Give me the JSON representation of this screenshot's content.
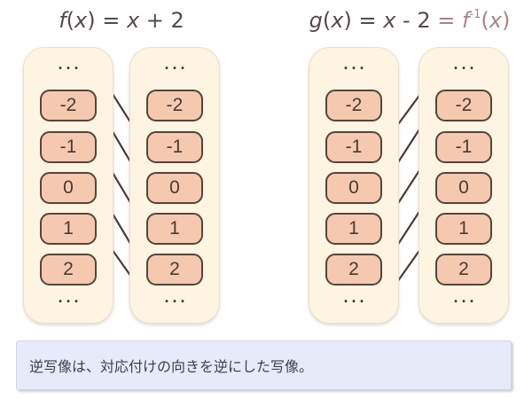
{
  "caption": {
    "text": "逆写像は、対応付けの向きを逆にした写像。"
  },
  "columns": {
    "values": [
      "...",
      "-2",
      "-1",
      "0",
      "1",
      "2",
      "..."
    ]
  },
  "diagrams": [
    {
      "id": "f",
      "title_plain": "f(x) = x + 2",
      "title_segments": [
        {
          "text": "f",
          "style": "italic"
        },
        {
          "text": "(",
          "style": "normal"
        },
        {
          "text": "x",
          "style": "italic"
        },
        {
          "text": ") = ",
          "style": "normal"
        },
        {
          "text": "x",
          "style": "italic"
        },
        {
          "text": " + 2",
          "style": "normal"
        }
      ],
      "arrows": [
        [
          0,
          2
        ],
        [
          1,
          3
        ],
        [
          2,
          4
        ],
        [
          3,
          5
        ],
        [
          4,
          6
        ]
      ]
    },
    {
      "id": "g",
      "title_plain": "g(x) = x - 2 = f⁻¹(x)",
      "title_segments": [
        {
          "text": "g",
          "style": "italic"
        },
        {
          "text": "(",
          "style": "normal"
        },
        {
          "text": "x",
          "style": "italic"
        },
        {
          "text": ") = ",
          "style": "normal"
        },
        {
          "text": "x",
          "style": "italic"
        },
        {
          "text": " - 2",
          "style": "normal"
        },
        {
          "text": " = ",
          "style": "normal",
          "color": "rose"
        },
        {
          "text": "f",
          "style": "italic",
          "color": "rose"
        },
        {
          "text": "-1",
          "style": "sup",
          "color": "rose"
        },
        {
          "text": "(",
          "style": "normal",
          "color": "rose"
        },
        {
          "text": "x",
          "style": "italic",
          "color": "rose"
        },
        {
          "text": ")",
          "style": "normal",
          "color": "rose"
        }
      ],
      "arrows": [
        [
          2,
          0
        ],
        [
          3,
          1
        ],
        [
          4,
          2
        ],
        [
          5,
          3
        ],
        [
          6,
          4
        ]
      ]
    }
  ],
  "colors": {
    "column_fill": "#fdf5e1",
    "column_border": "#ece0ca",
    "box_fill": "#f4c9b0",
    "box_border": "#564439",
    "ink": "#4a3a32",
    "title_ink": "#564a4b",
    "title_rose": "#aa8486",
    "banner_fill": "#e7eaf8",
    "banner_border": "#d4d1e2",
    "banner_text": "#403f47"
  }
}
